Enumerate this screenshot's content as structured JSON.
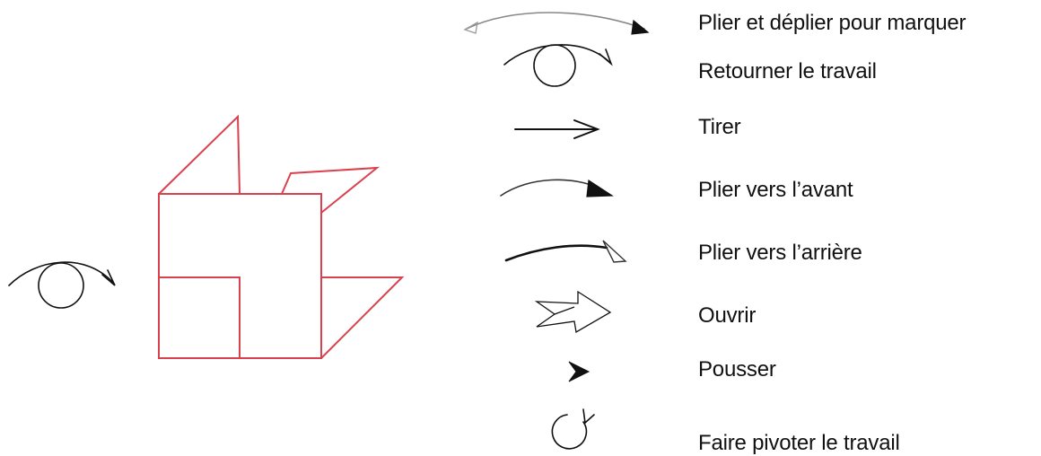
{
  "colors": {
    "figure_outline": "#d9414f",
    "symbol_ink": "#111111",
    "symbol_gray": "#888888",
    "background": "#ffffff"
  },
  "figure": {
    "annotation_icon": "turn-over-icon"
  },
  "legend": {
    "items": [
      {
        "icon": "fold-unfold-crease-icon",
        "label": "Plier et déplier pour marquer"
      },
      {
        "icon": "turn-over-icon",
        "label": "Retourner le travail"
      },
      {
        "icon": "pull-arrow-icon",
        "label": "Tirer"
      },
      {
        "icon": "valley-fold-arrow-icon",
        "label": "Plier vers l’avant"
      },
      {
        "icon": "mountain-fold-arrow-icon",
        "label": "Plier vers l’arrière"
      },
      {
        "icon": "open-arrow-icon",
        "label": "Ouvrir"
      },
      {
        "icon": "push-arrow-icon",
        "label": "Pousser"
      },
      {
        "icon": "rotate-icon",
        "label": "Faire pivoter le travail"
      }
    ]
  }
}
